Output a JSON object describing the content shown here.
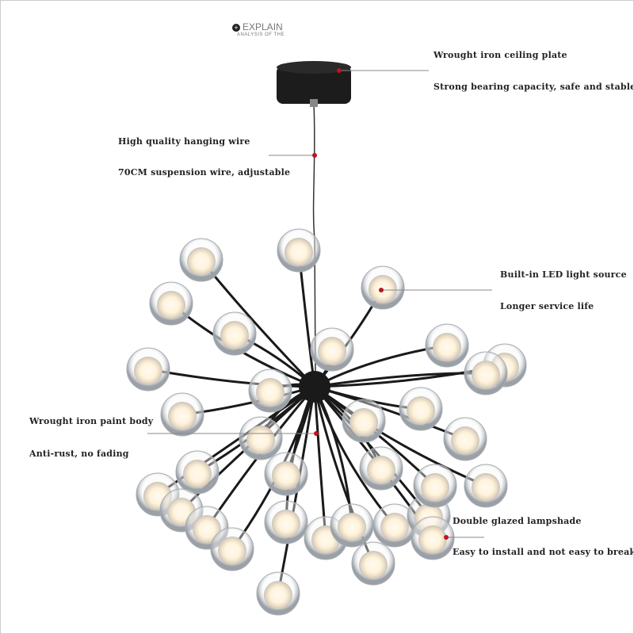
{
  "header": {
    "title": "EXPLAIN",
    "subtitle": "ANALYSIS OF THE",
    "icon": "plus-circle-icon"
  },
  "annotations": [
    {
      "id": "ceiling-plate",
      "title": "Wrought iron ceiling plate",
      "detail": "Strong bearing capacity, safe and stable"
    },
    {
      "id": "hanging-wire",
      "title": "High quality hanging wire",
      "detail": "70CM suspension wire, adjustable"
    },
    {
      "id": "led-light",
      "title": "Built-in LED light source",
      "detail": "Longer service life"
    },
    {
      "id": "paint-body",
      "title": "Wrought iron paint body",
      "detail": "Anti-rust, no fading"
    },
    {
      "id": "lampshade",
      "title": "Double glazed lampshade",
      "detail": "Easy to install and not easy to break"
    }
  ],
  "colors": {
    "marker": "#c0141c",
    "iron": "#1a1a1a",
    "glow": "#fff3dc",
    "line": "#888888"
  }
}
